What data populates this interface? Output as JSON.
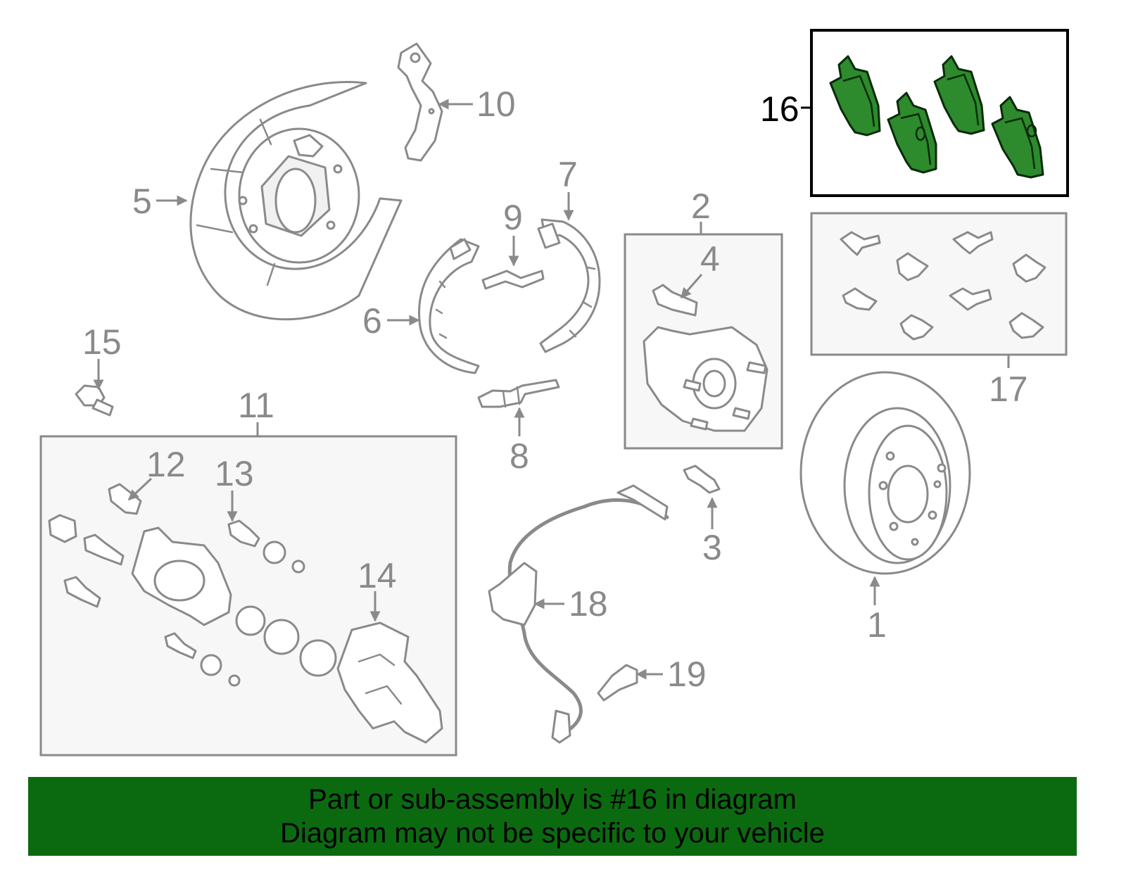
{
  "callouts": {
    "c1": "1",
    "c2": "2",
    "c3": "3",
    "c4": "4",
    "c5": "5",
    "c6": "6",
    "c7": "7",
    "c8": "8",
    "c9": "9",
    "c10": "10",
    "c11": "11",
    "c12": "12",
    "c13": "13",
    "c14": "14",
    "c15": "15",
    "c16": "16",
    "c17": "17",
    "c18": "18",
    "c19": "19"
  },
  "highlight": {
    "part_number": "16",
    "color": "#2d8a2d"
  },
  "banner": {
    "line1": "Part or sub-assembly is #16 in diagram",
    "line2": "Diagram may not be specific to your vehicle",
    "color": "#0b6a10"
  }
}
